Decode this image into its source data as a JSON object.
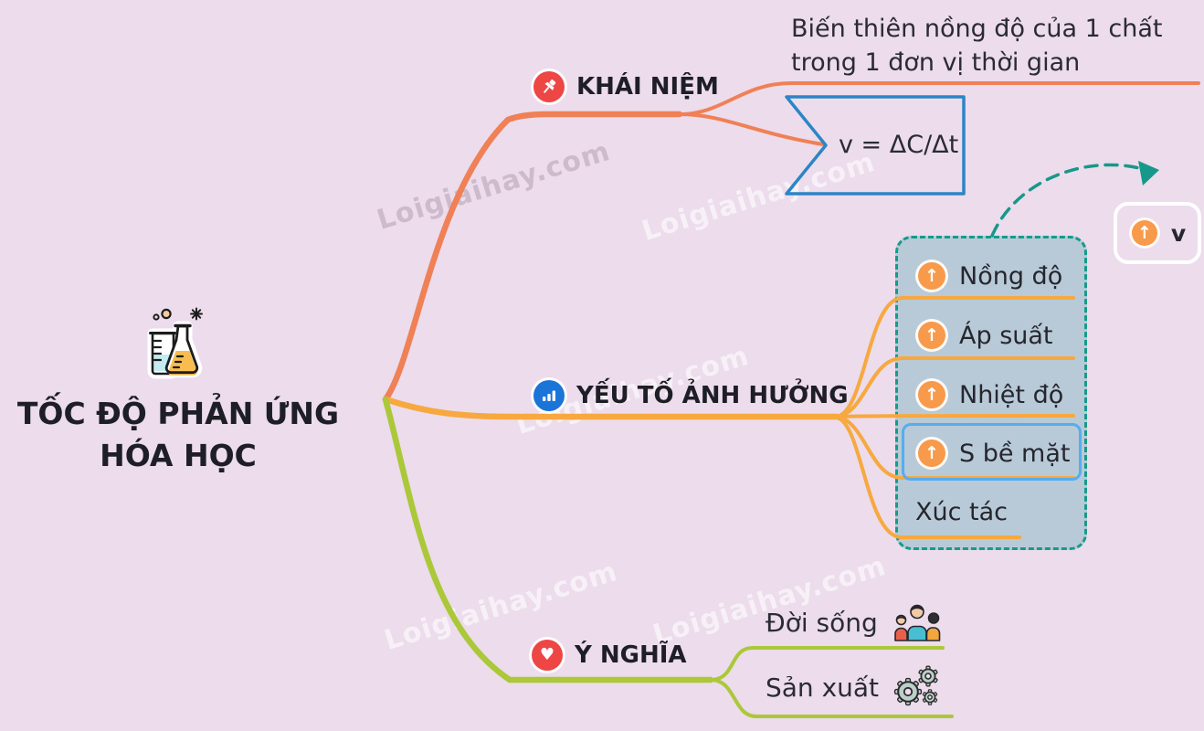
{
  "page": {
    "background_color": "#ecdcec",
    "watermark_text": "Loigiaihay.com"
  },
  "icons": {
    "up_arrow_glyph": "↑",
    "heart_glyph": "♥"
  },
  "colors": {
    "branch_khai_niem": "#f08055",
    "branch_yeu_to": "#f7a83f",
    "branch_y_nghia": "#abc838",
    "factor_box_fill": "#b8cad7",
    "factor_box_border": "#169a8a",
    "formula_box_border": "#2b85c6",
    "highlight_border": "#57acee",
    "up_arrow_circle": "#f79a4b"
  },
  "root": {
    "title_line1": "TỐC ĐỘ PHẢN ỨNG",
    "title_line2": "HÓA HỌC"
  },
  "khai_niem": {
    "label": "KHÁI NIỆM",
    "definition_line1": "Biến thiên nồng độ của 1 chất",
    "definition_line2": "trong 1 đơn vị thời gian",
    "formula": "v = ΔC/Δt"
  },
  "yeu_to": {
    "label": "YẾU TỐ ẢNH HƯỞNG",
    "factors": [
      {
        "label": "Nồng độ"
      },
      {
        "label": "Áp suất"
      },
      {
        "label": "Nhiệt độ"
      },
      {
        "label": "S bề mặt"
      },
      {
        "label": "Xúc tác"
      }
    ],
    "result_label": "v"
  },
  "y_nghia": {
    "label": "Ý NGHĨA",
    "applications": [
      {
        "label": "Đời sống"
      },
      {
        "label": "Sản xuất"
      }
    ]
  }
}
